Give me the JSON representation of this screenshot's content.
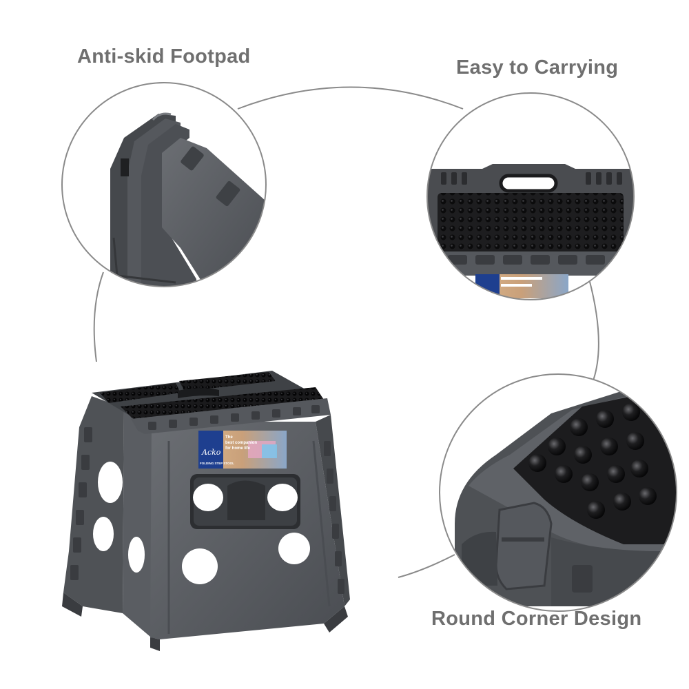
{
  "captions": {
    "anti_skid": "Anti-skid Footpad",
    "carrying": "Easy to Carrying",
    "round_corner": "Round Corner Design"
  },
  "label": {
    "brand": "Acko",
    "product": "FOLDING STEP STOOL",
    "tagline_1": "The",
    "tagline_2": "best companion",
    "tagline_3": "for home life"
  },
  "colors": {
    "stool_gray": "#5a5d62",
    "stool_dark": "#3c3e42",
    "pad_black": "#1b1b1d",
    "caption_gray": "#6f6f6f",
    "connector_line": "#8a8a8a",
    "label_blue": "#1e3f8f"
  }
}
